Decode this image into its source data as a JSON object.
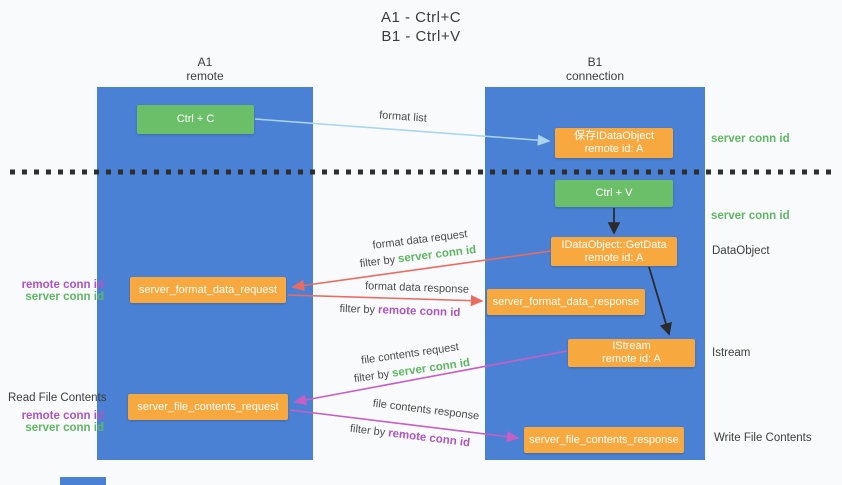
{
  "title": {
    "line1": "A1 - Ctrl+C",
    "line2": "B1 - Ctrl+V"
  },
  "lanes": {
    "left": {
      "id": "A1",
      "label": "remote"
    },
    "right": {
      "id": "B1",
      "label": "connection"
    }
  },
  "boxes": {
    "ctrl_c": {
      "label": "Ctrl + C"
    },
    "ctrl_v": {
      "label": "Ctrl + V"
    },
    "save_idataobject": {
      "line1": "保存IDataObject",
      "line2": "remote id: A"
    },
    "getdata": {
      "line1": "IDataObject::GetData",
      "line2": "remote id: A"
    },
    "istream": {
      "line1": "IStream",
      "line2": "remote id: A"
    },
    "format_request": {
      "label": "server_format_data_request"
    },
    "format_response": {
      "label": "server_format_data_response"
    },
    "file_request": {
      "label": "server_file_contents_request"
    },
    "file_response": {
      "label": "server_file_contents_response"
    }
  },
  "arrows": {
    "format_list": {
      "label": "format list"
    },
    "format_data_request": {
      "label": "format data request",
      "filter_prefix": "filter by",
      "filter_value": "server conn id"
    },
    "format_data_response": {
      "label": "format data response",
      "filter_prefix": "filter by",
      "filter_value": "remote conn id"
    },
    "file_contents_request": {
      "label": "file contents request",
      "filter_prefix": "filter by",
      "filter_value": "server conn id"
    },
    "file_contents_response": {
      "label": "file contents response",
      "filter_prefix": "filter by",
      "filter_value": "remote conn id"
    }
  },
  "side_labels": {
    "right_server_conn_id_top": "server conn id",
    "right_server_conn_id_mid": "server conn id",
    "right_dataobject": "DataObject",
    "right_istream": "Istream",
    "right_write_file": "Write File Contents",
    "left_read_file": "Read File Contents",
    "left_remote_conn_id_1": "remote conn id",
    "left_server_conn_id_1": "server conn id",
    "left_remote_conn_id_2": "remote conn id",
    "left_server_conn_id_2": "server conn id"
  },
  "colors": {
    "lane_blue": "#4a81d4",
    "box_green": "#6cbf69",
    "box_orange": "#f7a83e",
    "arrow_red": "#e96c5f",
    "arrow_magenta": "#c75fc4",
    "arrow_lightblue": "#a9d5f0",
    "arrow_black": "#2b2b2b",
    "label_green": "#5fb763",
    "label_purple": "#ad55c2",
    "text_dark": "#3d3d3d"
  }
}
